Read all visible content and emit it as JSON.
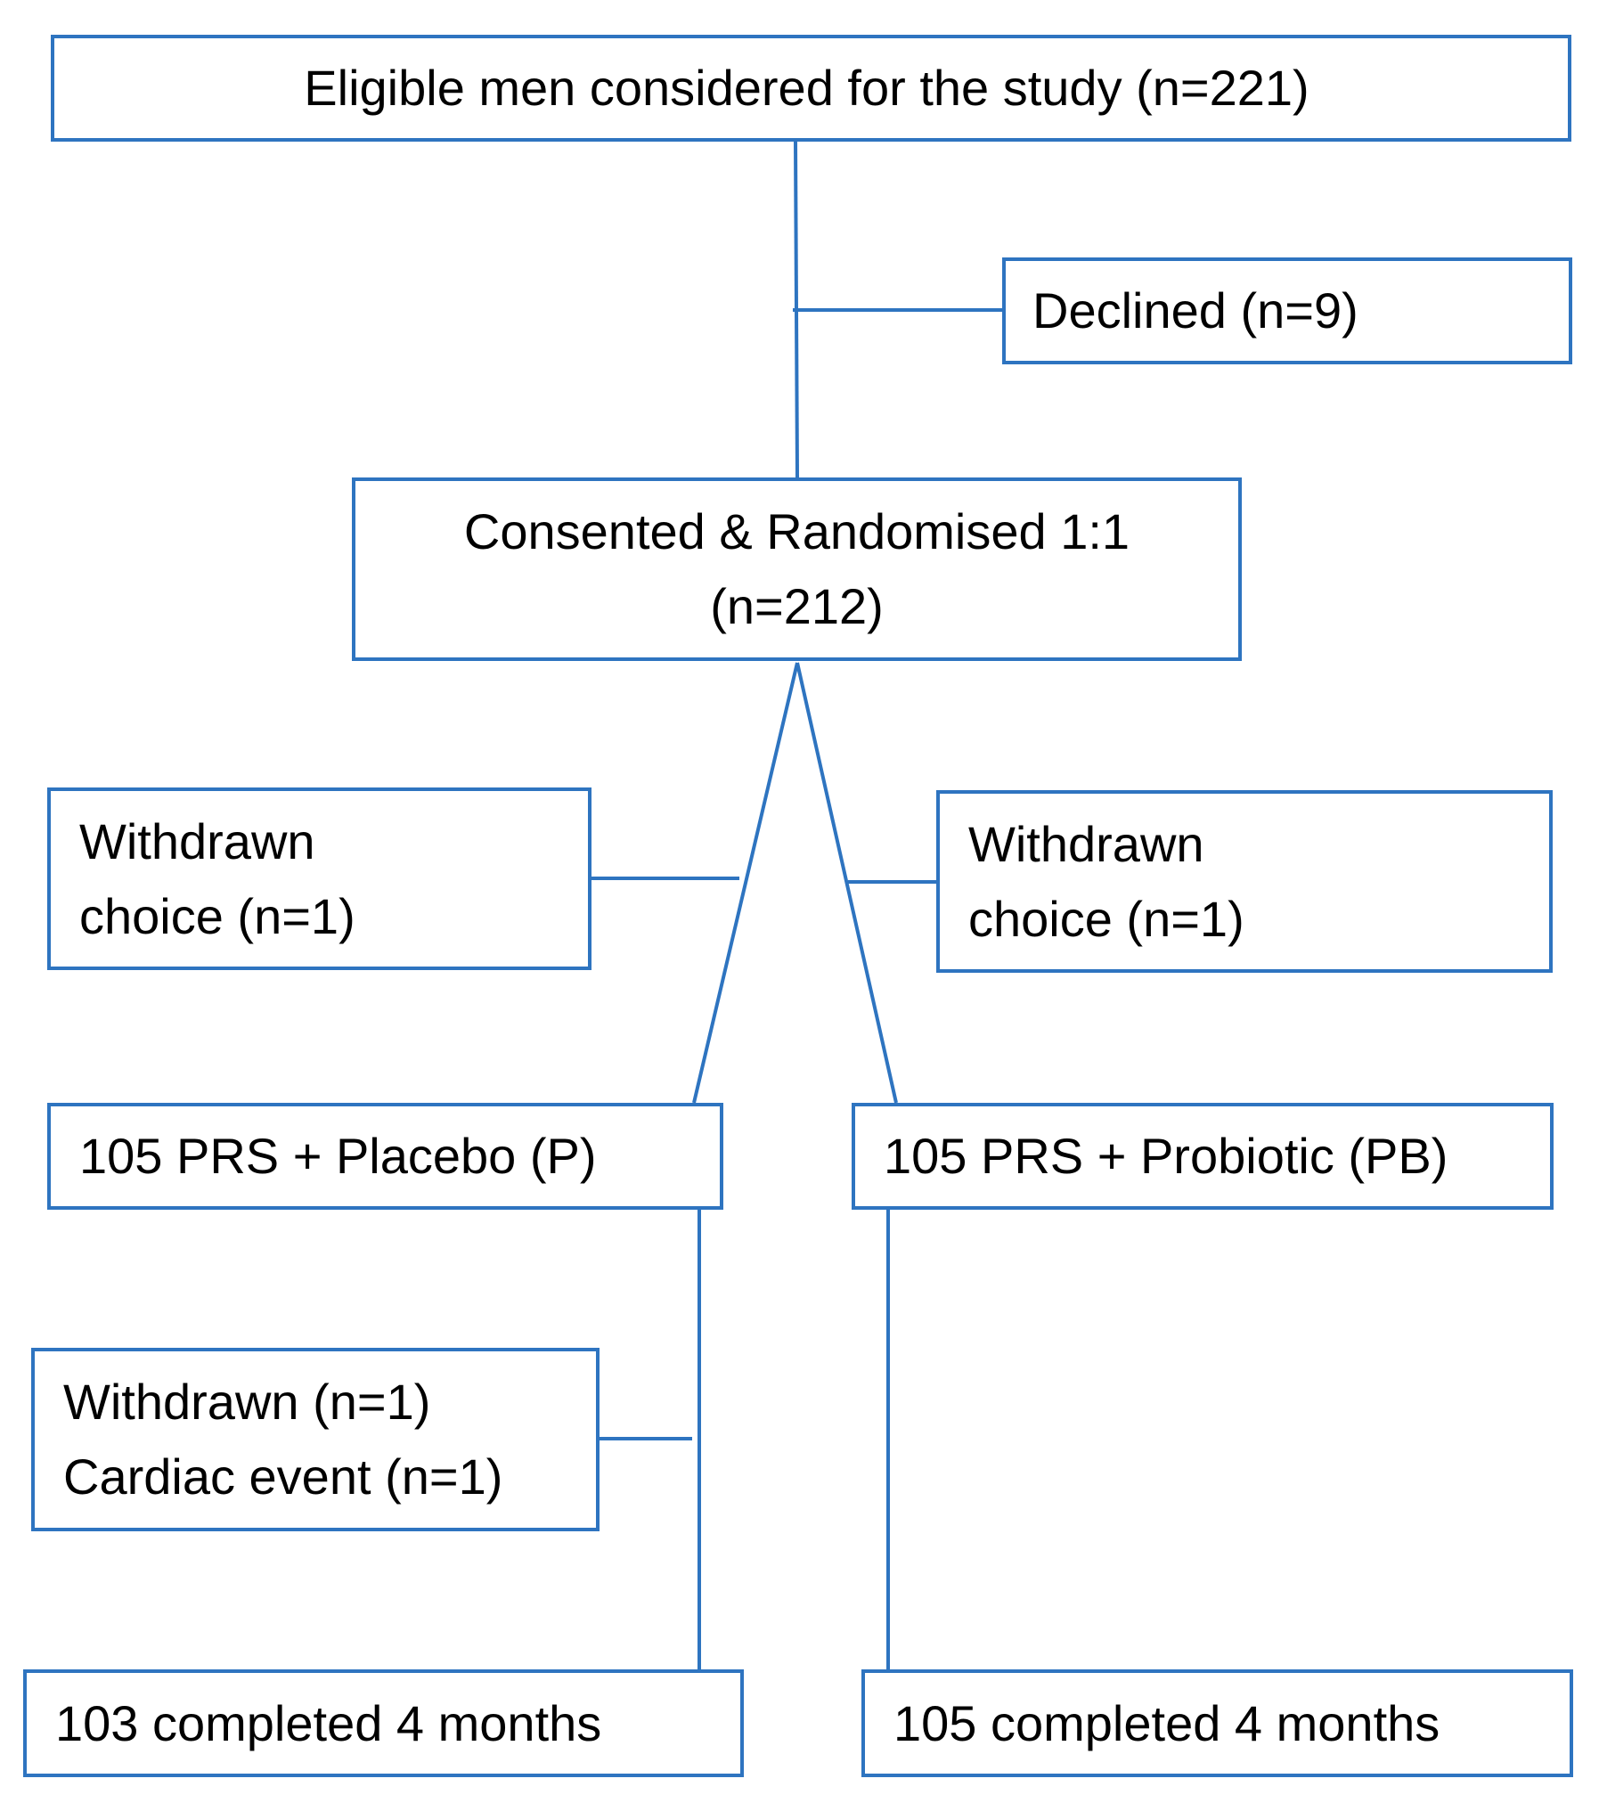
{
  "diagram": {
    "line_color": "#2E74C0",
    "boxes": {
      "eligible": {
        "lines": [
          "Eligible men considered for the study (n=221)"
        ]
      },
      "declined": {
        "lines": [
          "Declined (n=9)"
        ]
      },
      "randomised": {
        "lines": [
          "Consented & Randomised 1:1",
          "(n=212)"
        ]
      },
      "withdrawn_left": {
        "lines": [
          "Withdrawn",
          "choice (n=1)"
        ]
      },
      "withdrawn_right": {
        "lines": [
          "Withdrawn",
          "choice (n=1)"
        ]
      },
      "placebo": {
        "lines": [
          "105 PRS + Placebo (P)"
        ]
      },
      "probiotic": {
        "lines": [
          "105 PRS + Probiotic (PB)"
        ]
      },
      "withdrawn_cardiac": {
        "lines": [
          "Withdrawn (n=1)",
          "Cardiac event (n=1)"
        ]
      },
      "completed_left": {
        "lines": [
          "103 completed 4 months"
        ]
      },
      "completed_right": {
        "lines": [
          "105 completed 4 months"
        ]
      }
    }
  }
}
